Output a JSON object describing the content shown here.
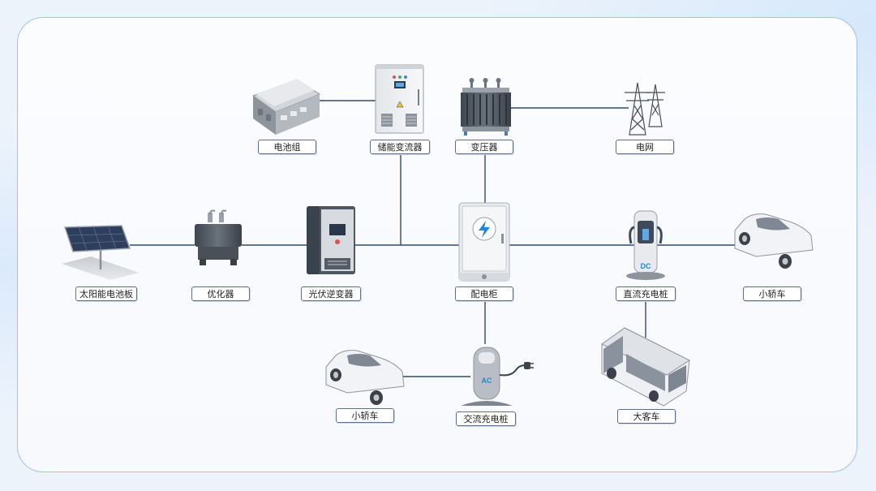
{
  "nodes": {
    "battery_pack": "电池组",
    "storage_converter": "储能变流器",
    "transformer": "变压器",
    "grid": "电网",
    "solar_panel": "太阳能电池板",
    "optimizer": "优化器",
    "pv_inverter": "光伏逆变器",
    "distribution_cabinet": "配电柜",
    "dc_charger": "直流充电桩",
    "car_right": "小轿车",
    "car_bottom": "小轿车",
    "ac_charger": "交流充电桩",
    "bus": "大客车"
  },
  "icon_text": {
    "dc": "DC",
    "ac": "AC"
  },
  "colors": {
    "frame": "#9cc3ef",
    "line": "#2f4a6b",
    "accent": "#1e88d8"
  }
}
